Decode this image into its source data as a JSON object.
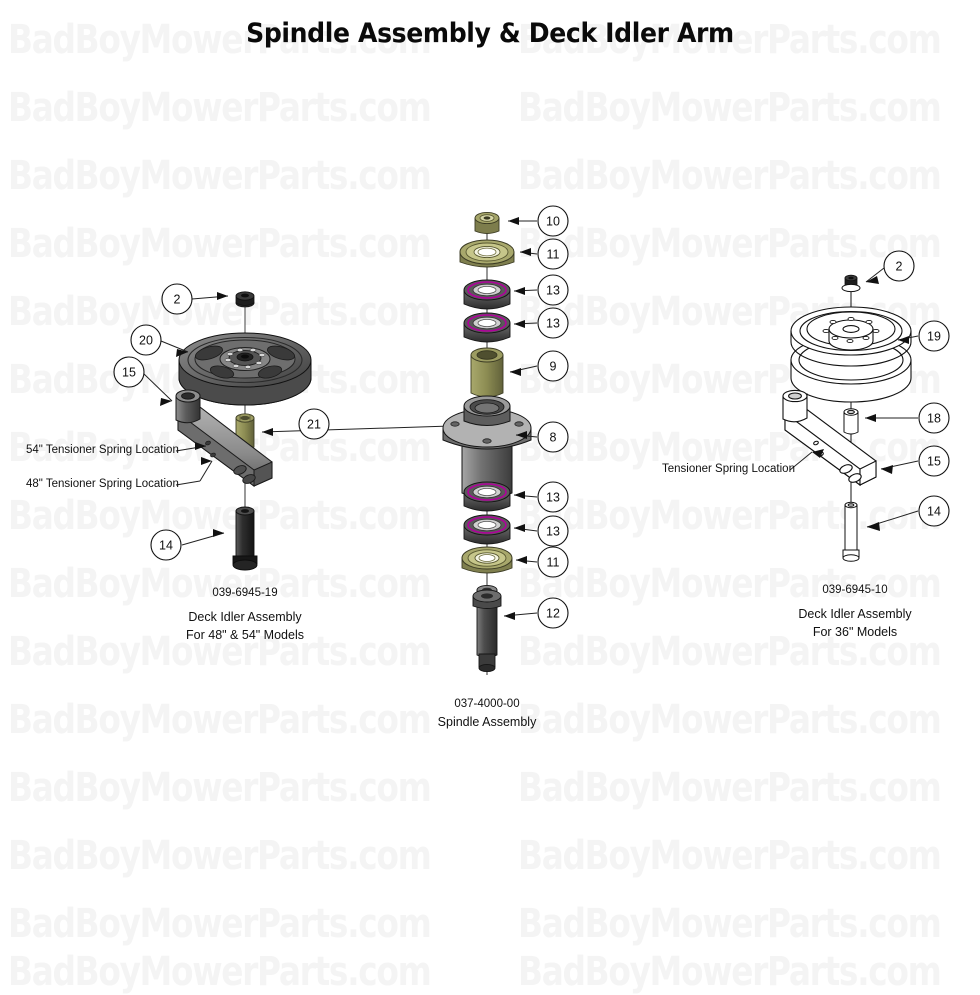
{
  "page": {
    "title": "Spindle Assembly & Deck Idler Arm",
    "background_color": "#ffffff",
    "watermark_text": "BadBoyMowerParts.com",
    "watermark_color": "#f4f4f4"
  },
  "colors": {
    "line": "#111111",
    "metal_dark": "#4a4a4a",
    "metal_mid": "#7d7d7d",
    "metal_light": "#b9b9b9",
    "olive": "#9a9a5e",
    "olive_dark": "#6f6f3e",
    "seal_magenta": "#b0009b",
    "bubble_fill": "#ffffff"
  },
  "assemblies": {
    "left": {
      "name": "Deck Idler Assembly 48-54",
      "caption_part_number": "039-6945-19",
      "caption_line1": "Deck Idler Assembly",
      "caption_line2": "For 48\" & 54\" Models",
      "annotations": [
        {
          "text": "54\" Tensioner Spring Location"
        },
        {
          "text": "48\" Tensioner Spring Location"
        }
      ],
      "callouts": [
        {
          "number": "2",
          "part": "flange-nut"
        },
        {
          "number": "20",
          "part": "idler-pulley"
        },
        {
          "number": "15",
          "part": "idler-arm"
        },
        {
          "number": "21",
          "part": "spacer"
        },
        {
          "number": "14",
          "part": "shoulder-bolt"
        }
      ]
    },
    "center": {
      "name": "Spindle Assembly",
      "caption_part_number": "037-4000-00",
      "caption_line1": "Spindle Assembly",
      "callouts": [
        {
          "number": "10",
          "part": "spindle-nut"
        },
        {
          "number": "11",
          "part": "upper-washer"
        },
        {
          "number": "13",
          "part": "bearing-upper-1"
        },
        {
          "number": "13",
          "part": "bearing-upper-2"
        },
        {
          "number": "9",
          "part": "bearing-spacer-tube"
        },
        {
          "number": "8",
          "part": "spindle-housing"
        },
        {
          "number": "13",
          "part": "bearing-lower-1"
        },
        {
          "number": "13",
          "part": "bearing-lower-2"
        },
        {
          "number": "11",
          "part": "lower-washer"
        },
        {
          "number": "12",
          "part": "spindle-shaft"
        }
      ]
    },
    "right": {
      "name": "Deck Idler Assembly 36",
      "caption_part_number": "039-6945-10",
      "caption_line1": "Deck Idler Assembly",
      "caption_line2": "For 36\" Models",
      "annotations": [
        {
          "text": "Tensioner Spring Location"
        }
      ],
      "callouts": [
        {
          "number": "2",
          "part": "flange-nut"
        },
        {
          "number": "19",
          "part": "idler-pulley"
        },
        {
          "number": "18",
          "part": "spacer"
        },
        {
          "number": "15",
          "part": "idler-arm"
        },
        {
          "number": "14",
          "part": "shoulder-bolt"
        }
      ]
    }
  }
}
